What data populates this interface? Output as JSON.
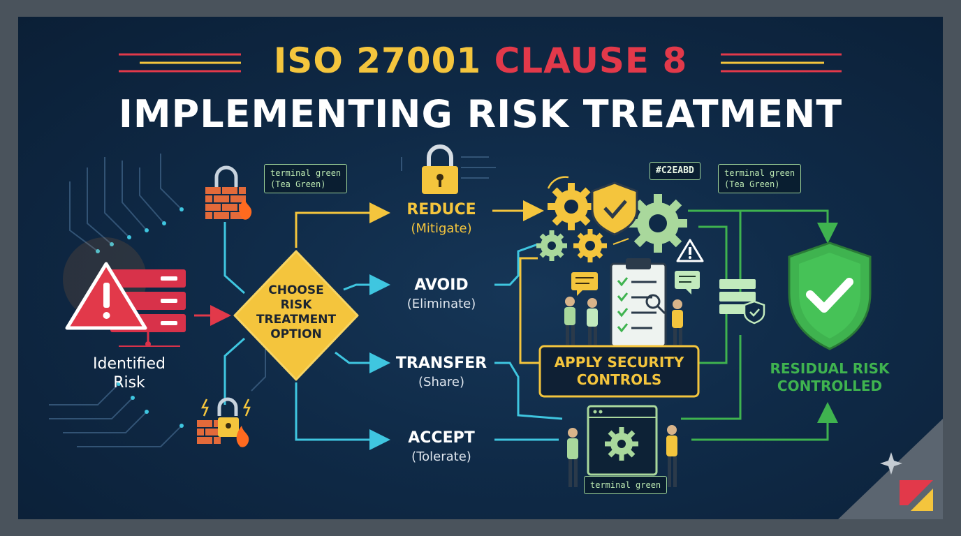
{
  "title": {
    "part1": "ISO 27001",
    "part2": "CLAUSE 8",
    "line2": "IMPLEMENTING RISK TREATMENT"
  },
  "source": {
    "line1": "Identified",
    "line2": "Risk"
  },
  "decision": {
    "line1": "CHOOSE",
    "line2": "RISK",
    "line3": "TREATMENT",
    "line4": "OPTION"
  },
  "options": [
    {
      "label": "REDUCE",
      "sub": "(Mitigate)",
      "color": "#f4c53d"
    },
    {
      "label": "AVOID",
      "sub": "(Eliminate)",
      "color": "#ffffff"
    },
    {
      "label": "TRANSFER",
      "sub": "(Share)",
      "color": "#ffffff"
    },
    {
      "label": "ACCEPT",
      "sub": "(Tolerate)",
      "color": "#ffffff"
    }
  ],
  "controls": {
    "line1": "APPLY SECURITY",
    "line2": "CONTROLS"
  },
  "result": {
    "line1": "RESIDUAL RISK",
    "line2": "CONTROLLED"
  },
  "tags": {
    "tag1_line1": "terminal green",
    "tag1_line2": "(Tea Green)",
    "tag2": "#C2EABD",
    "tag3_line1": "terminal green",
    "tag3_line2": "(Tea Green)",
    "tag4": "terminal green"
  },
  "colors": {
    "yellow": "#f4c53d",
    "red": "#e2394a",
    "cyan": "#3fc6e0",
    "green": "#3fb34f",
    "tea_green": "#C2EABD"
  }
}
